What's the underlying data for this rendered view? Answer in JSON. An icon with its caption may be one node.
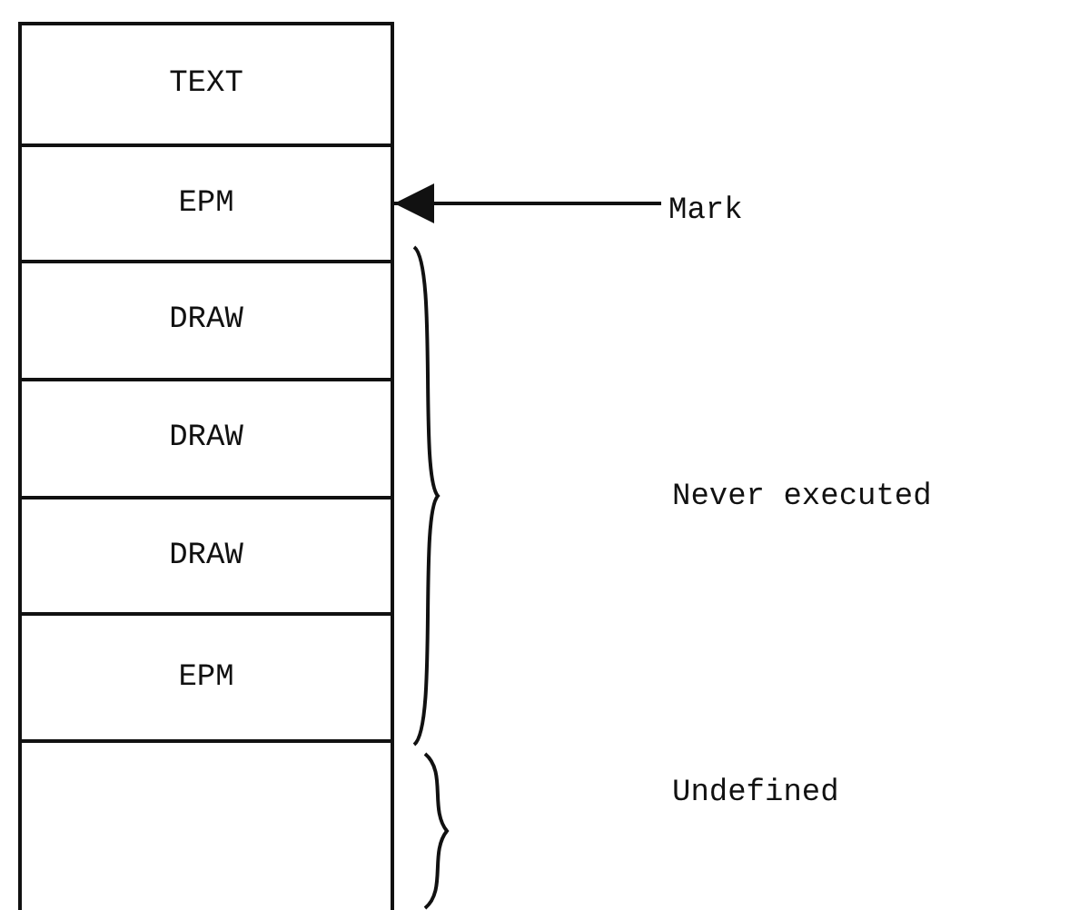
{
  "diagram": {
    "nodes": [
      {
        "text": [
          "TEXT"
        ]
      },
      {
        "text": [
          "EPM"
        ]
      },
      {
        "text": [
          "DRAW"
        ]
      },
      {
        "text": [
          "DRAW"
        ]
      },
      {
        "text": [
          "DRAW"
        ]
      },
      {
        "text": [
          "EPM"
        ]
      },
      {
        "text": [],
        "shape": "box"
      },
      {
        "text": [
          "Mark"
        ]
      }
    ],
    "edges": [
      {
        "from": 7,
        "to": 1,
        "arrow": "to"
      }
    ],
    "labels": [
      "Never executed",
      "Undefined"
    ]
  }
}
